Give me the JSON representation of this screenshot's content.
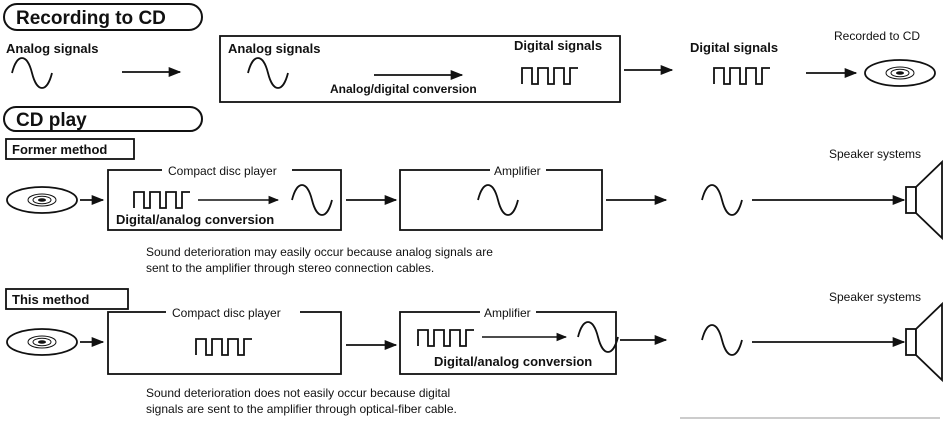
{
  "recording": {
    "heading": "Recording to CD",
    "analog_signals": "Analog signals",
    "box_analog_signals": "Analog signals",
    "box_digital_signals": "Digital signals",
    "ad_conversion": "Analog/digital conversion",
    "digital_signals": "Digital signals",
    "recorded_to_cd": "Recorded to CD"
  },
  "play": {
    "heading": "CD play",
    "former": {
      "label": "Former method",
      "player_title": "Compact disc player",
      "da_conversion": "Digital/analog conversion",
      "amplifier_title": "Amplifier",
      "speaker_label": "Speaker systems",
      "note_line1": "Sound deterioration may easily occur because analog signals are",
      "note_line2": "sent to the amplifier through stereo connection cables."
    },
    "this": {
      "label": "This method",
      "player_title": "Compact disc player",
      "amplifier_title": "Amplifier",
      "da_conversion": "Digital/analog conversion",
      "speaker_label": "Speaker systems",
      "note_line1": "Sound deterioration does not easily occur because digital",
      "note_line2": "signals are sent to the amplifier through optical-fiber cable."
    }
  }
}
